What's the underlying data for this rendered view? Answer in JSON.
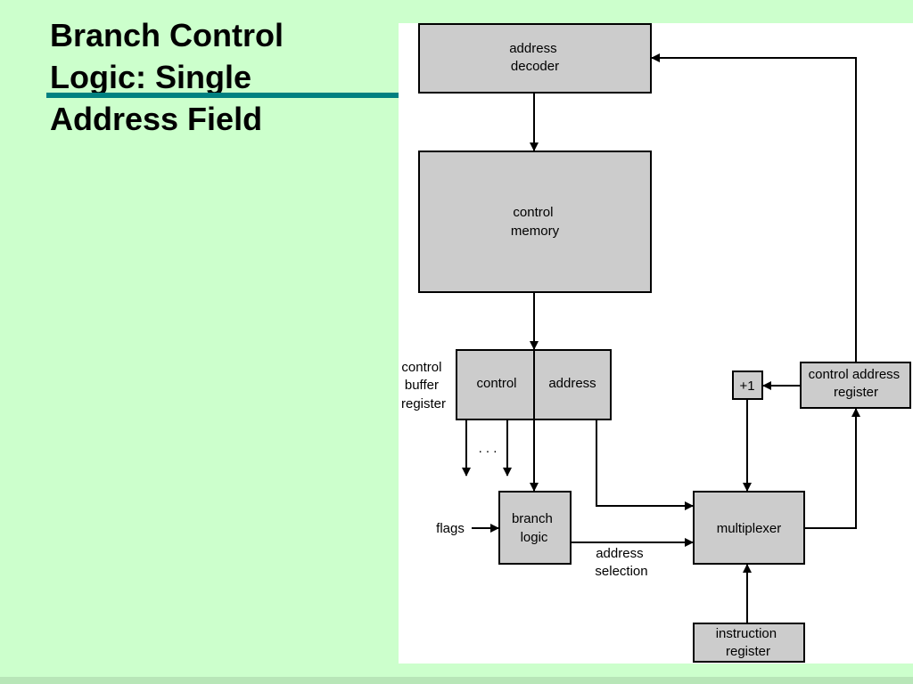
{
  "slide": {
    "title_lines": [
      "Branch Control",
      "Logic: Single",
      "Address Field"
    ],
    "colors": {
      "background": "#ccffcc",
      "accent_rule": "#008080",
      "block_fill": "#cccccc",
      "panel": "#ffffff"
    }
  },
  "diagram": {
    "blocks": {
      "address_decoder": [
        "address",
        "decoder"
      ],
      "control_memory": [
        "control",
        "memory"
      ],
      "cbr_control": "control",
      "cbr_address": "address",
      "increment": "+1",
      "control_address_register": [
        "control address",
        "register"
      ],
      "branch_logic": [
        "branch",
        "logic"
      ],
      "multiplexer": "multiplexer",
      "instruction_register": [
        "instruction",
        "register"
      ]
    },
    "labels": {
      "control_buffer_register": [
        "control",
        "buffer",
        "register"
      ],
      "flags": "flags",
      "address_selection": [
        "address",
        "selection"
      ],
      "ellipsis": ". . ."
    }
  }
}
